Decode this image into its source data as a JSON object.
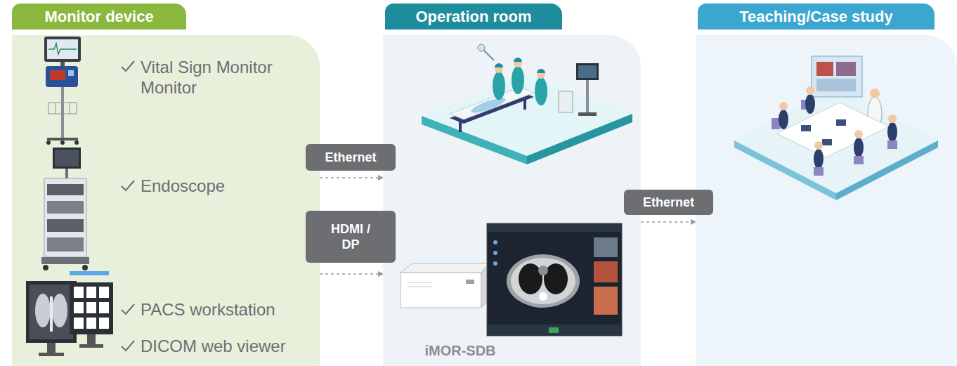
{
  "diagram": {
    "nodes": [
      {
        "text": [
          "Monitor device",
          "Vital Sign Monitor Monitor",
          "Endoscope",
          "PACS workstation",
          "DICOM web viewer"
        ]
      },
      {
        "text": [
          "Operation room",
          "iMOR-SDB"
        ]
      },
      {
        "text": [
          "Teaching/Case study"
        ]
      }
    ],
    "edges": [
      {
        "from": 0,
        "to": 1,
        "label": "Ethernet",
        "arrow": "to"
      },
      {
        "from": 0,
        "to": 1,
        "label": "HDMI / DP",
        "arrow": "to"
      },
      {
        "from": 1,
        "to": 2,
        "label": "Ethernet",
        "arrow": "to"
      }
    ]
  }
}
